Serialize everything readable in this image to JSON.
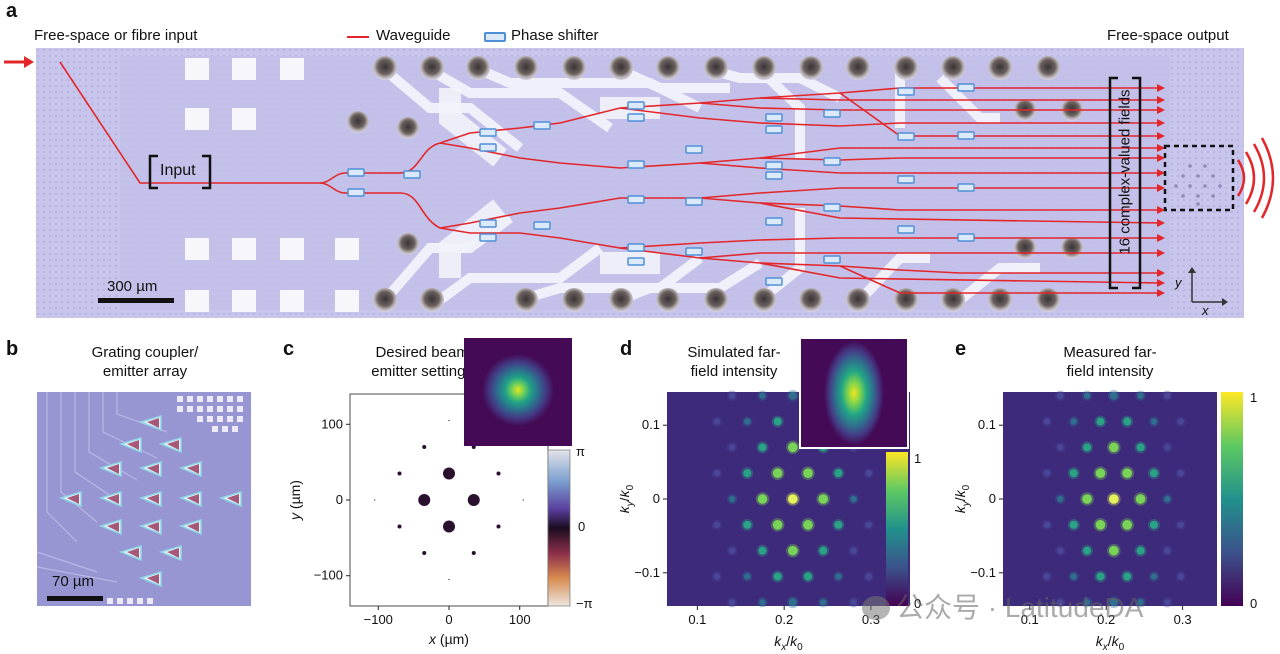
{
  "panel_a": {
    "letter": "a",
    "input_label": "Free-space or fibre input",
    "legend_waveguide": "Waveguide",
    "legend_phase_shifter": "Phase shifter",
    "output_label": "Free-space output",
    "input_box": "Input",
    "fields_label": "16 complex-valued fields",
    "scale_bar": "300 µm",
    "axis_x": "x",
    "axis_y": "y",
    "colors": {
      "chip": "#c6c3ea",
      "waveguide": "#e3262a",
      "phase_shifter": "#4f8fd8",
      "electrode": "#f4f4fb"
    }
  },
  "panel_b": {
    "letter": "b",
    "title_line1": "Grating coupler/",
    "title_line2": "emitter array",
    "scale_bar": "70 µm"
  },
  "panel_c": {
    "letter": "c",
    "title_line1": "Desired beam,",
    "title_line2": "emitter settings",
    "colorbar_top": "π",
    "colorbar_mid": "0",
    "colorbar_bottom": "−π"
  },
  "panel_d": {
    "letter": "d",
    "title_line1": "Simulated far-",
    "title_line2": "field intensity",
    "colorbar_top": "1",
    "colorbar_bottom": "0"
  },
  "panel_e": {
    "letter": "e",
    "title_line1": "Measured far-",
    "title_line2": "field intensity",
    "colorbar_top": "1",
    "colorbar_bottom": "0"
  },
  "watermark": "公众号 · LatitudeDA",
  "chart_data": [
    {
      "id": "c",
      "type": "scatter",
      "title": "Desired beam, emitter settings",
      "xlabel": "x (µm)",
      "ylabel": "y (µm)",
      "xlim": [
        -140,
        140
      ],
      "ylim": [
        -140,
        140
      ],
      "xticks": [
        "−100",
        "0",
        "100"
      ],
      "yticks": [
        "100",
        "0",
        "−100"
      ],
      "xtick_values": [
        -100,
        0,
        100
      ],
      "ytick_values": [
        100,
        0,
        -100
      ],
      "points": [
        {
          "x": 0,
          "y": 35,
          "size": "large"
        },
        {
          "x": 0,
          "y": -35,
          "size": "large"
        },
        {
          "x": -35,
          "y": 0,
          "size": "large"
        },
        {
          "x": 35,
          "y": 0,
          "size": "large"
        },
        {
          "x": -35,
          "y": 70,
          "size": "small"
        },
        {
          "x": 35,
          "y": -70,
          "size": "small"
        },
        {
          "x": -70,
          "y": 35,
          "size": "small"
        },
        {
          "x": 70,
          "y": 35,
          "size": "small"
        },
        {
          "x": -70,
          "y": -35,
          "size": "small"
        },
        {
          "x": 70,
          "y": -35,
          "size": "small"
        },
        {
          "x": -35,
          "y": -70,
          "size": "small"
        },
        {
          "x": 35,
          "y": 70,
          "size": "small"
        },
        {
          "x": -105,
          "y": 0,
          "size": "tiny"
        },
        {
          "x": 105,
          "y": 0,
          "size": "tiny"
        },
        {
          "x": 0,
          "y": 105,
          "size": "tiny"
        },
        {
          "x": 0,
          "y": -105,
          "size": "tiny"
        }
      ]
    },
    {
      "id": "d",
      "type": "heatmap",
      "title": "Simulated far-field intensity",
      "xlabel": "kx/k0",
      "ylabel": "ky/k0",
      "xlim": [
        0.065,
        0.345
      ],
      "ylim": [
        -0.145,
        0.145
      ],
      "xticks": [
        "0.1",
        "0.2",
        "0.3"
      ],
      "yticks": [
        "0.1",
        "0",
        "−0.1"
      ],
      "xtick_values": [
        0.1,
        0.2,
        0.3
      ],
      "ytick_values": [
        0.1,
        0,
        -0.1
      ],
      "lattice_center": [
        0.21,
        0.0
      ],
      "colorbar_range": [
        0,
        1
      ]
    },
    {
      "id": "e",
      "type": "heatmap",
      "title": "Measured far-field intensity",
      "xlabel": "kx/k0",
      "ylabel": "ky/k0",
      "xlim": [
        0.065,
        0.345
      ],
      "ylim": [
        -0.145,
        0.145
      ],
      "xticks": [
        "0.1",
        "0.2",
        "0.3"
      ],
      "yticks": [
        "0.1",
        "0",
        "−0.1"
      ],
      "xtick_values": [
        0.1,
        0.2,
        0.3
      ],
      "ytick_values": [
        0.1,
        0,
        -0.1
      ],
      "lattice_center": [
        0.21,
        0.0
      ],
      "colorbar_range": [
        0,
        1
      ]
    }
  ]
}
